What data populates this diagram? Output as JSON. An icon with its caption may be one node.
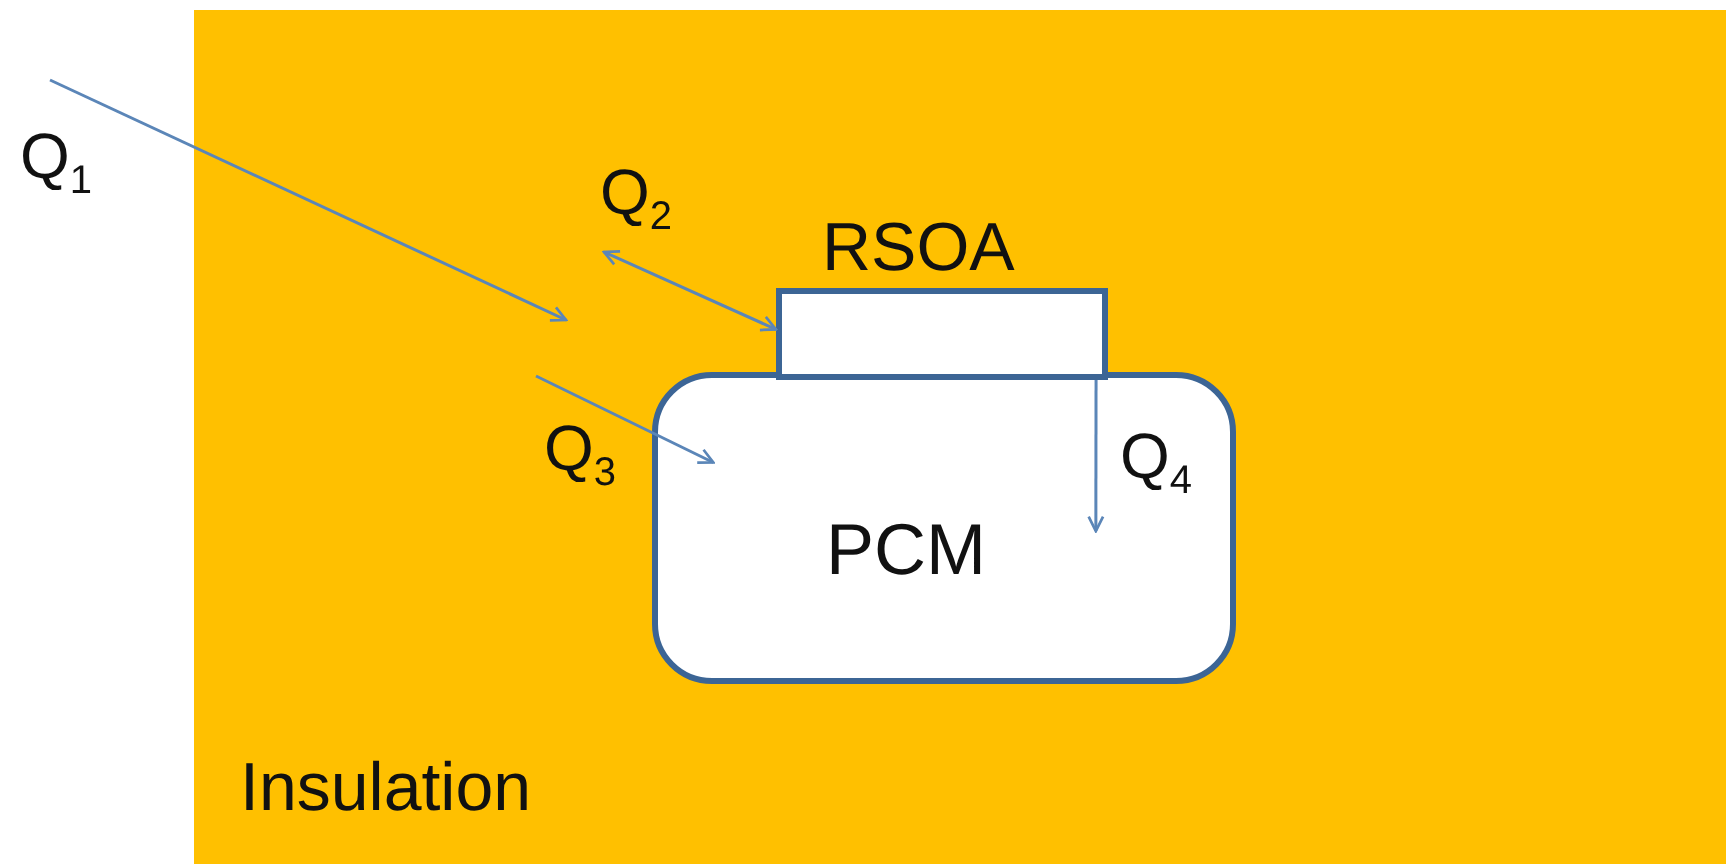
{
  "diagram": {
    "nodes": [
      {
        "text": [
          "Insulation"
        ]
      },
      {
        "text": [
          "RSOA"
        ],
        "in": 0
      },
      {
        "text": [
          "PCM"
        ],
        "in": 0
      }
    ],
    "edges": [
      {
        "from": null,
        "to": 1,
        "arrow": "both",
        "label": "Q$_{2}$"
      },
      {
        "from": null,
        "to": 2,
        "arrow": "to",
        "label": "Q$_{3}$"
      },
      {
        "from": 1,
        "to": 2,
        "arrow": "to",
        "label": "Q$_{4}$"
      }
    ],
    "labels": [
      "Q$_{1}$"
    ]
  }
}
